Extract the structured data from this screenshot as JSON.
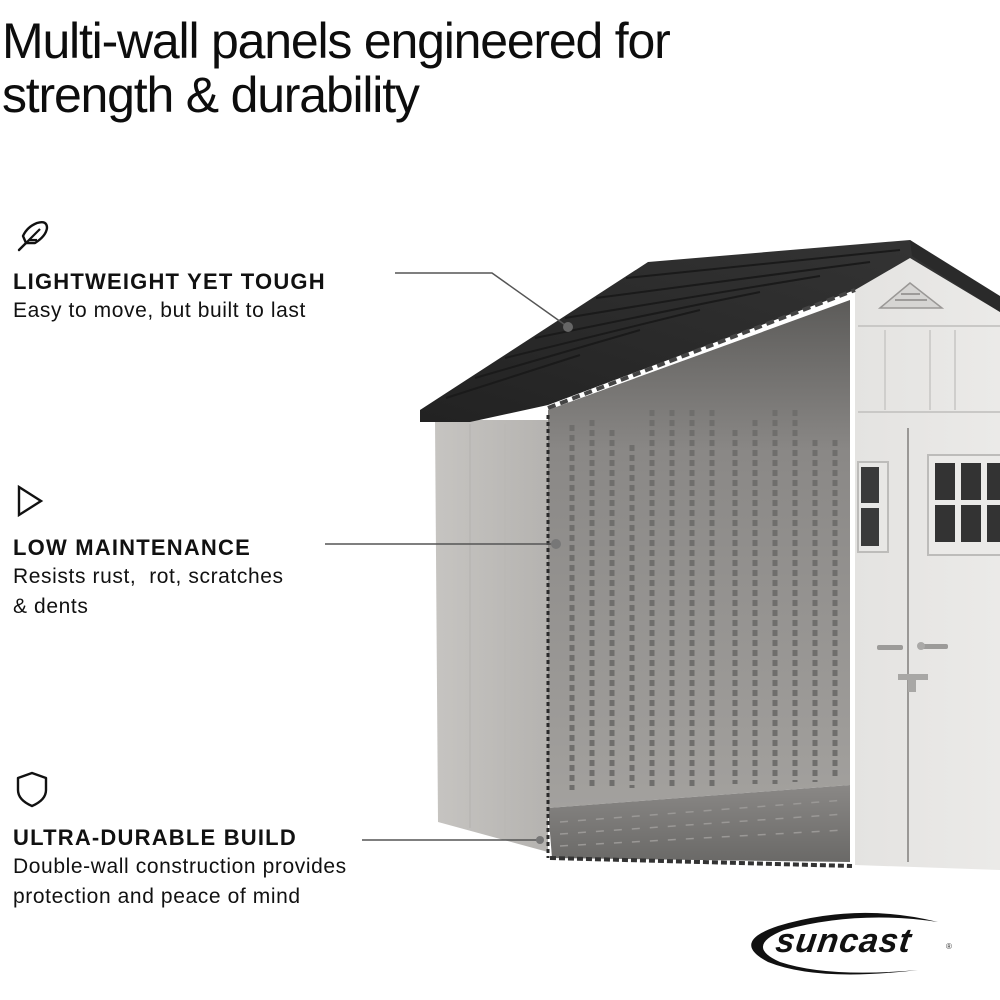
{
  "headline": {
    "line1": "Multi-wall panels engineered for",
    "line2": "strength & durability"
  },
  "features": [
    {
      "icon": "feather-icon",
      "title": "LIGHTWEIGHT YET TOUGH",
      "description": "Easy to move, but built to last"
    },
    {
      "icon": "play-triangle-icon",
      "title": "LOW MAINTENANCE",
      "description_line1": "Resists rust,  rot, scratches",
      "description_line2": "& dents"
    },
    {
      "icon": "shield-icon",
      "title": "ULTRA-DURABLE BUILD",
      "description_line1": "Double-wall construction provides",
      "description_line2": "protection and peace of mind"
    }
  ],
  "brand": {
    "logo_text": "suncast",
    "registered_mark": "®"
  },
  "colors": {
    "text": "#111111",
    "roof": "#2b2b2b",
    "shed_wall": "#c9c7c4",
    "shed_front": "#e6e5e3",
    "interior": "#8f8d8a",
    "callout_line": "#555555"
  }
}
